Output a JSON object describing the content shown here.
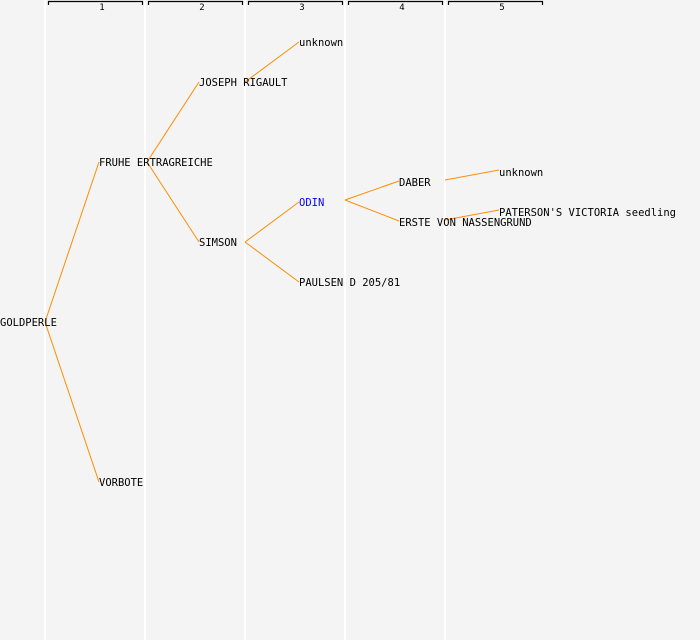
{
  "colors": {
    "background": "#f4f4f4",
    "link": "#ff8c00",
    "highlight": "#0000ff",
    "separator": "#ffffff"
  },
  "generations": [
    "1",
    "2",
    "3",
    "4",
    "5"
  ],
  "nodes": {
    "root": "GOLDPERLE",
    "g1_top": "FRUHE ERTRAGREICHE",
    "g1_bottom": "VORBOTE",
    "g2_top": "JOSEPH RIGAULT",
    "g2_bottom": "SIMSON",
    "g3_a": "unknown",
    "g3_b": "ODIN",
    "g3_c": "PAULSEN D 205/81",
    "g4_a": "DABER",
    "g4_b": "ERSTE VON NASSENGRUND",
    "g5_a": "unknown",
    "g5_b": "PATERSON'S VICTORIA seedling"
  }
}
